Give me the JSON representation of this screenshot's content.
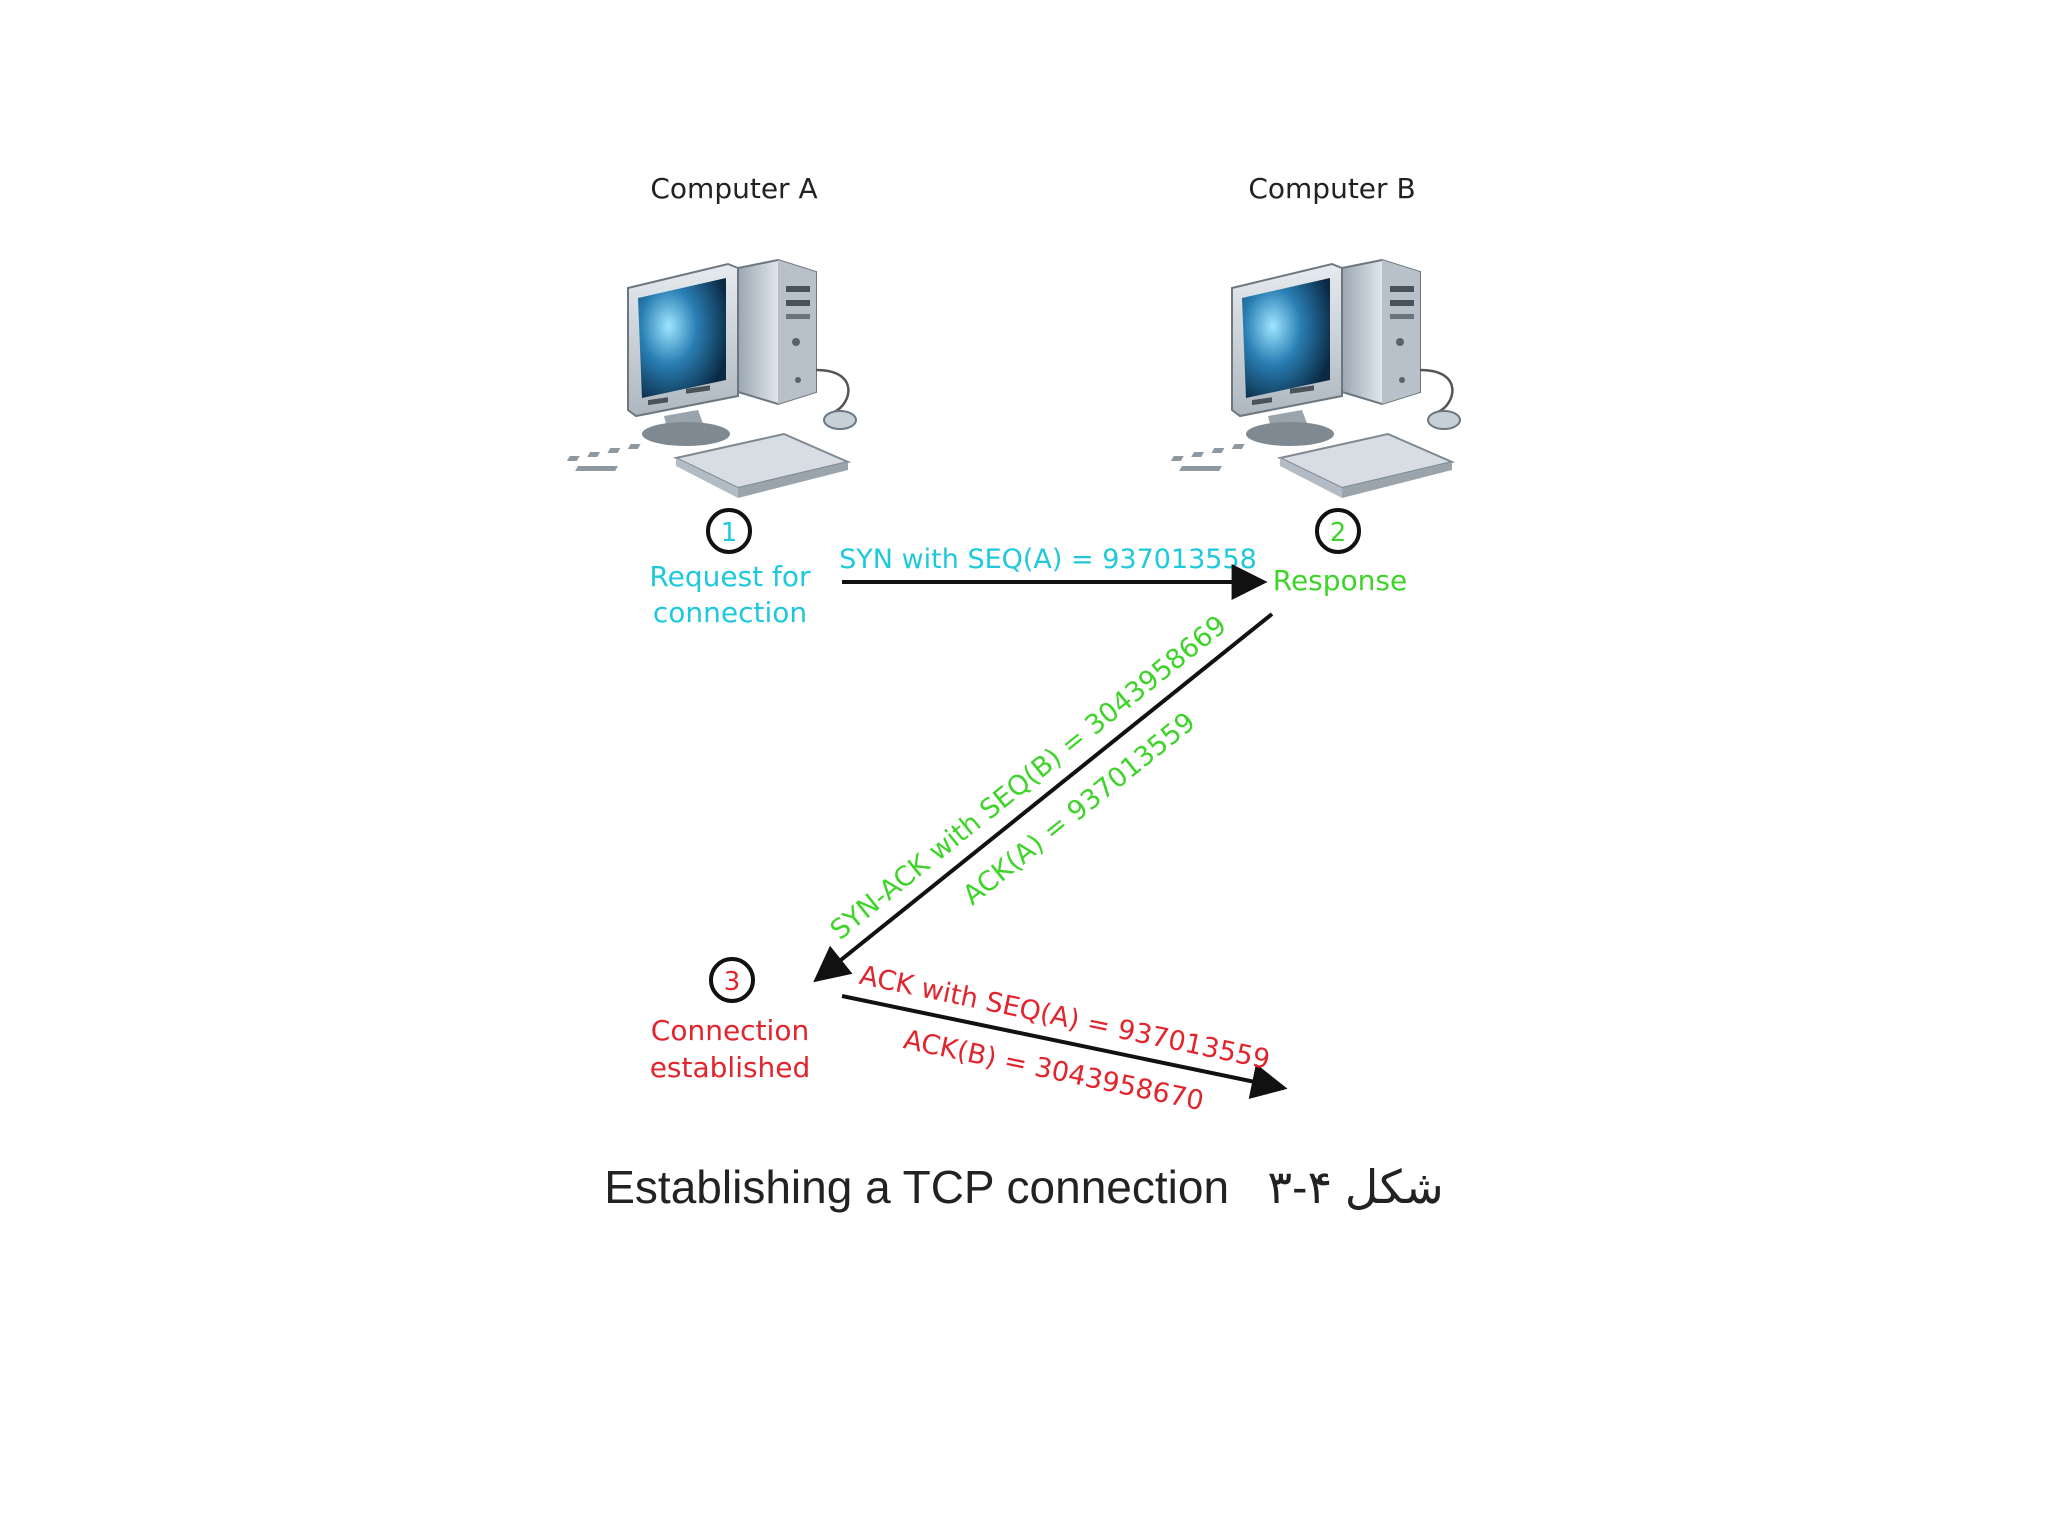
{
  "computers": {
    "a": {
      "label": "Computer A",
      "icon": "desktop-computer-icon"
    },
    "b": {
      "label": "Computer B",
      "icon": "desktop-computer-icon"
    }
  },
  "steps": [
    {
      "number": "1",
      "line1": "Request for",
      "line2": "connection",
      "color": "#1ec9dc"
    },
    {
      "number": "2",
      "line1": "Response",
      "color": "#3fd42a"
    },
    {
      "number": "3",
      "line1": "Connection",
      "line2": "established",
      "color": "#e2242d"
    }
  ],
  "messages": {
    "syn": {
      "text": "SYN with SEQ(A) = 937013558",
      "color": "#1ec9dc"
    },
    "syn_ack": {
      "line1": "SYN-ACK with SEQ(B) = 3043958669",
      "line2": "ACK(A) = 937013559",
      "color": "#3fd42a"
    },
    "ack": {
      "line1": "ACK with SEQ(A) = 937013559",
      "line2": "ACK(B) = 3043958670",
      "color": "#e2242d"
    }
  },
  "caption": {
    "english": "Establishing a TCP connection",
    "persian": "شکل ۴-۳"
  }
}
